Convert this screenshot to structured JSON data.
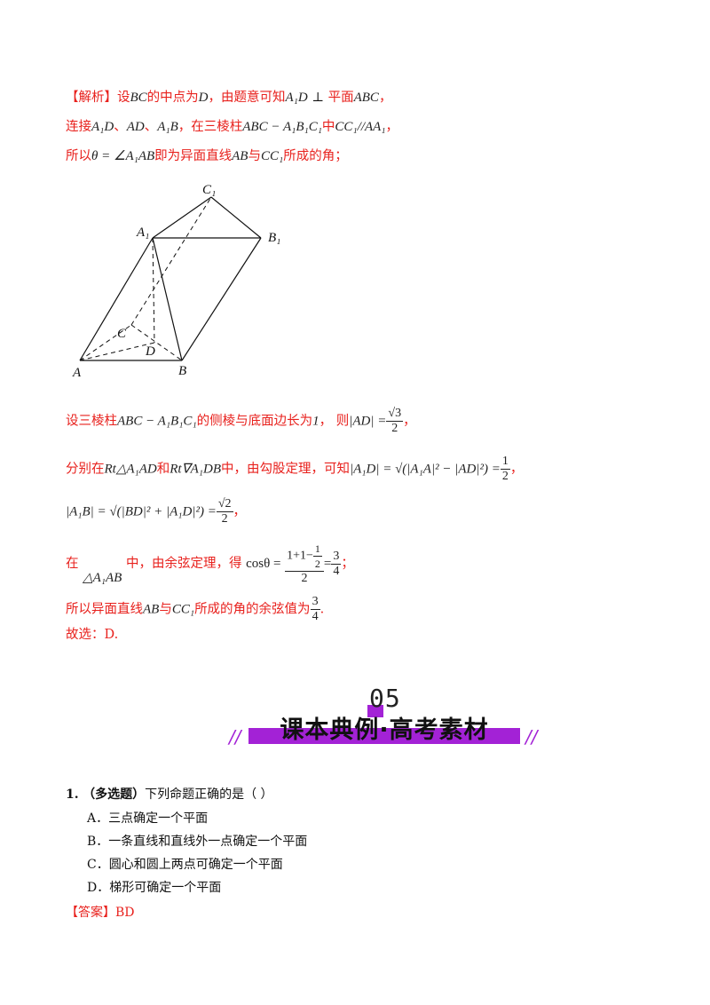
{
  "analysis": {
    "tag": "【解析】",
    "l1": [
      "设",
      "BC",
      "的中点为",
      "D",
      "，由题意可知",
      "A₁D",
      " ⊥ ",
      "平面",
      "ABC",
      "，"
    ],
    "l2": [
      "连接",
      "A₁D",
      "、",
      "AD",
      "、",
      "A₁B",
      "，在三棱柱",
      "ABC − A₁B₁C₁",
      "中",
      "CC₁//AA₁",
      "，"
    ],
    "l3": [
      "所以",
      "θ = ∠A₁AB",
      "即为异面直线",
      "AB",
      "与",
      "CC₁",
      "所成的角；"
    ],
    "l4": [
      "设三棱柱",
      "ABC − A₁B₁C₁",
      "的侧棱与底面边长为",
      "1",
      "，  则",
      "|AD| =",
      "√3",
      "2",
      "，"
    ],
    "l5": [
      "分别在",
      "Rt△A₁AD",
      "和",
      "Rt∇A₁DB",
      "中，由勾股定理，可知",
      "|A₁D| = √(|A₁A|² − |AD|²) =",
      "1",
      "2",
      "，"
    ],
    "l6": [
      "|A₁B| = √(|BD|² + |A₁D|²) =",
      "√2",
      "2",
      "，"
    ],
    "l7": [
      "在",
      "△A₁AB",
      "中，由余弦定理，得",
      "cosθ =",
      "1+1−",
      "1",
      "2",
      "2",
      "=",
      "3",
      "4",
      "；"
    ],
    "l8": [
      "所以异面直线",
      "AB",
      "与",
      "CC₁",
      "所成的角的余弦值为",
      "3",
      "4",
      "."
    ],
    "l9": "故选：D."
  },
  "figure": {
    "labels": {
      "A": "A",
      "B": "B",
      "C": "C",
      "D": "D",
      "A1": "A₁",
      "B1": "B₁",
      "C1": "C₁"
    }
  },
  "banner": {
    "number": "05",
    "title": "课本典例·高考素材",
    "slash": "//"
  },
  "question": {
    "number": "1.",
    "type": "（多选题）",
    "stem": "下列命题正确的是（    ）",
    "options": [
      "A．三点确定一个平面",
      "B．一条直线和直线外一点确定一个平面",
      "C．圆心和圆上两点可确定一个平面",
      "D．梯形可确定一个平面"
    ],
    "answer_tag": "【答案】",
    "answer": "BD"
  },
  "colors": {
    "accent": "#e8211d",
    "banner": "#a322d6"
  }
}
